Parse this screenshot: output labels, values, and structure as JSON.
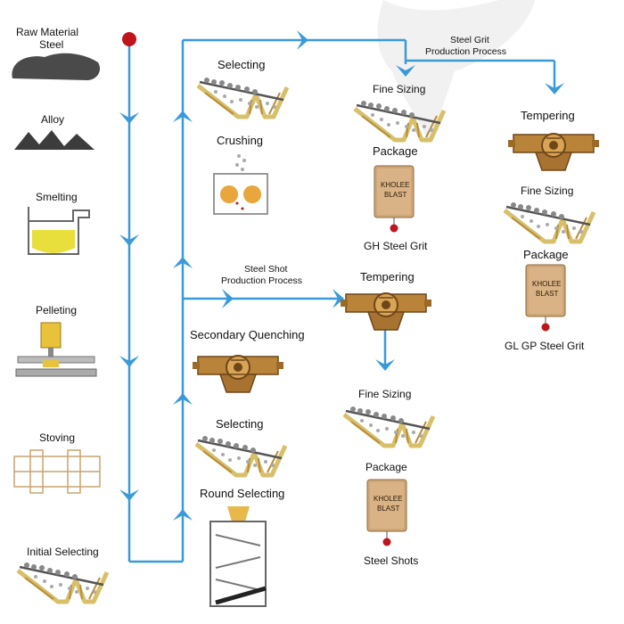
{
  "labels": {
    "raw_material_line1": "Raw Material",
    "raw_material_line2": "Steel",
    "alloy": "Alloy",
    "smelting": "Smelting",
    "pelleting": "Pelleting",
    "stoving": "Stoving",
    "initial_selecting": "Initial Selecting",
    "selecting_top": "Selecting",
    "crushing": "Crushing",
    "secondary_quenching": "Secondary Quenching",
    "selecting_bottom": "Selecting",
    "round_selecting": "Round Selecting",
    "steel_shot_process_line1": "Steel Shot",
    "steel_shot_process_line2": "Production Process",
    "steel_grit_process_line1": "Steel Grit",
    "steel_grit_process_line2": "Production Process",
    "gh_fine_sizing": "Fine Sizing",
    "gh_package": "Package",
    "gh_product": "GH Steel Grit",
    "shot_tempering": "Tempering",
    "shot_fine_sizing": "Fine Sizing",
    "shot_package": "Package",
    "shot_product": "Steel Shots",
    "gl_tempering": "Tempering",
    "gl_fine_sizing": "Fine Sizing",
    "gl_package": "Package",
    "gl_product": "GL GP Steel  Grit"
  },
  "package_brand": {
    "line1": "KHOLEE",
    "line2": "BLAST"
  },
  "colors": {
    "flow_line": "#3a9ad9",
    "start_dot": "#c0141b",
    "machine_brown": "#b9843a",
    "machine_dark": "#6e4618",
    "bag": "#cfa677",
    "particle": "#8a8a8a",
    "rock": "#4a4a4a",
    "yellow": "#e8df3c"
  },
  "icons": {
    "raw": "rock-icon",
    "alloy": "alloy-peaks-icon",
    "smelting": "furnace-icon",
    "pelleting": "press-icon",
    "stoving": "oven-icon",
    "selecting": "sieve-icon",
    "crushing": "crusher-icon",
    "quenching": "drum-machine-icon",
    "round": "chute-icon",
    "package": "bag-icon"
  }
}
